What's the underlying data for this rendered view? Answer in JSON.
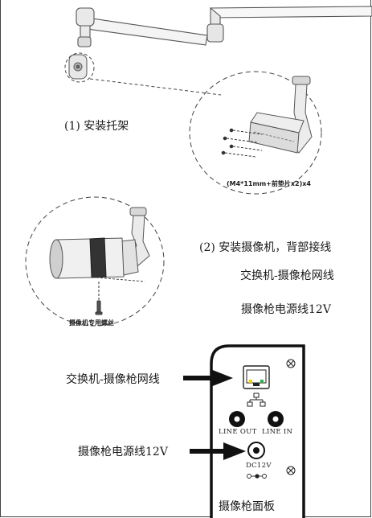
{
  "steps": {
    "step1": "(1) 安装托架",
    "screw_spec": "(M4*11mm+前垫片x2)x4",
    "step2": "(2) 安装摄像机，背部接线",
    "cable_network": "交换机-摄像枪网线",
    "cable_power": "摄像枪电源线12V",
    "camera_screw": "摄像机专用螺丝"
  },
  "panel": {
    "network_label": "交换机-摄像枪网线",
    "power_label": "摄像枪电源线12V",
    "line_out": "LINE OUT",
    "line_in": "LINE IN",
    "dc": "DC12V",
    "caption": "摄像枪面板"
  }
}
